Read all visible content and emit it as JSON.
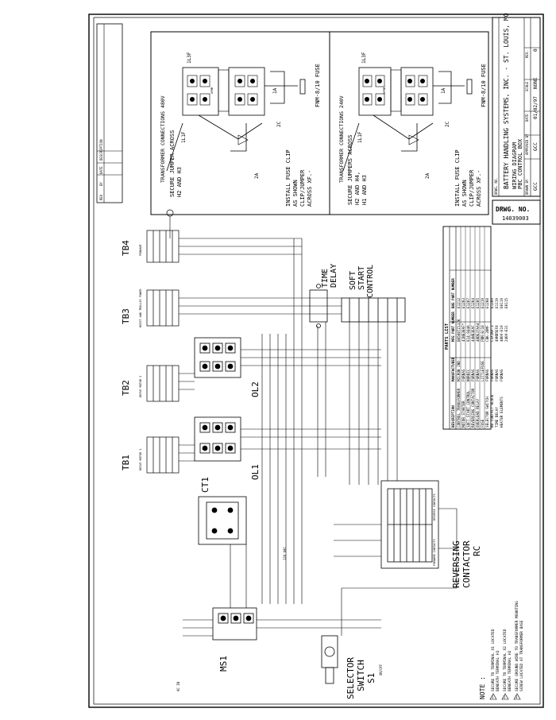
{
  "title_block": {
    "company": "BATTERY HANDLING SYSTEMS, INC. - ST. LOUIS, MO",
    "drawing_title_1": "WIRING DIAGRAM",
    "drawing_title_2": "PBC CONTROL BOX",
    "drawing_no_label": "DRWG. NO.",
    "drawing_no": "14039003",
    "drawn_label": "DRAWN BY",
    "approved_label": "APPROVED BY",
    "date_label": "DATE",
    "scale_label": "SCALE",
    "rev_label": "REV.",
    "drawn_by": "GCC",
    "approved_by": "GCC",
    "date": "01/02/97",
    "scale": "NONE",
    "rev": "0"
  },
  "revision_block": {
    "header_rev": "REV",
    "header_by": "BY",
    "header_date": "DATE",
    "header_desc": "DESCRIPTION"
  },
  "transformer_480": {
    "heading": "TRANSFORMER CONNECTIONS 480V",
    "note_1": "SECURE JUMPER ACROSS",
    "note_2": "H2 AND H3",
    "fuse_note_1": "INSTALL FUSE CLIP",
    "fuse_note_2": "AS SHOWN",
    "fuse_note_3": "CLIP/JUMPER",
    "fuse_note_4": "ACROSS XF.-",
    "fuse": "FNM-8/10 FUSE",
    "l1": "1L1F",
    "l3": "1L3F",
    "w1": "1A",
    "w2": "2C",
    "w3": "2A",
    "xf_label": "XFMR"
  },
  "transformer_240": {
    "heading": "TRANSFORMER CONNECTIONS 240V",
    "note_1": "SECURE JUMPERS ACROSS",
    "note_2": "H2 AND H4,",
    "note_3": "H1 AND H3",
    "fuse_note_1": "INSTALL FUSE CLIP",
    "fuse_note_2": "AS SHOWN",
    "fuse_note_3": "CLIP/JUMPER",
    "fuse_note_4": "ACROSS XF.-",
    "fuse": "FNM-8/10 FUSE",
    "l1": "1L1F",
    "l3": "1L3F",
    "w1": "1A",
    "w2": "2C",
    "w3": "2A",
    "xf_label": "XFMR"
  },
  "components": {
    "tb1": "TB1",
    "tb1_sub": "DRIVE MOTOR 1",
    "tb2": "TB2",
    "tb2_sub": "DRIVE MOTOR 2",
    "tb3": "TB3",
    "tb3_sub": "HOIST AND TROLLEY POWER",
    "tb4": "TB4",
    "tb4_sub": "PENDANT",
    "ct1": "CT1",
    "ol1": "OL1",
    "ol2": "OL2",
    "time_delay_1": "TIME",
    "time_delay_2": "DELAY",
    "soft_start_1": "SOFT",
    "soft_start_2": "START",
    "soft_start_3": "CONTROL",
    "reversing_1": "REVERSING",
    "reversing_2": "CONTACTOR",
    "reversing_3": "RC",
    "forward_contacts": "FORWARD CONTACTS",
    "reverse_contacts": "REVERSE CONTACTS",
    "selector_1": "SELECTOR",
    "selector_2": "SWITCH",
    "selector_3": "S1",
    "selector_sub": "ON/OFF",
    "ms1": "MS1",
    "ac_in": "AC IN",
    "vac_label": "120 VAC"
  },
  "notes": {
    "heading": "NOTE :",
    "note_1a": "SECURE TO TERMINAL X1 LOCATED",
    "note_1b": "BENEATH TERMINAL H1",
    "note_2a": "SECURE TO TERMINAL X2 LOCATED",
    "note_2b": "BENEATH TERMINAL H2",
    "note_3a": "SECURE GROUND WIRE TO TRANSFORMER MOUNTING",
    "note_3b": "SCREW LOCATED AT TRANSFORMER BASE",
    "num_1": "1",
    "num_2": "2",
    "num_3": "3"
  },
  "parts_list": {
    "title": "PARTS LIST",
    "headers": [
      "DESCRIPTION",
      "MANUFACTURER",
      "MFG PART NUMBER",
      "BHS PART NUMBER"
    ],
    "rows": [
      [
        "CONTROL TRANSFORMER",
        "MICRON IND.",
        "B050BTZ13JK",
        "E1212"
      ],
      [
        "MOTOR STARTER",
        "FURNAS",
        "41NB30AF*",
        "E1203"
      ],
      [
        "SOFT START CONTROL",
        "NORDIC",
        "914-944A",
        "E1207"
      ],
      [
        "REVERSING CONTACTOR",
        "FURNAS",
        "44WB3EAF",
        "E1204"
      ],
      [
        "OVERLOAD RELAY",
        "FURNAS",
        "48DE37AA4",
        "E1205"
      ],
      [
        "FUSE",
        "LITTLEFUSE",
        "FNM-8/10",
        "E1219"
      ],
      [
        "SELECTOR SWITCH",
        "FURNAS",
        "CBK-28MF",
        "E1208"
      ],
      [
        "NO CONTACT BLOCK",
        "FURNAS",
        "C3X1KA-3",
        "E1209"
      ],
      [
        "TIME DELAY",
        "FURNAS",
        "49MD5EF8",
        "E1119"
      ],
      [
        "HEATER ELEMENTS",
        "FURNAS",
        "480V-E19",
        "E0119"
      ],
      [
        "",
        "",
        "240V-E31",
        "E0115"
      ]
    ]
  }
}
